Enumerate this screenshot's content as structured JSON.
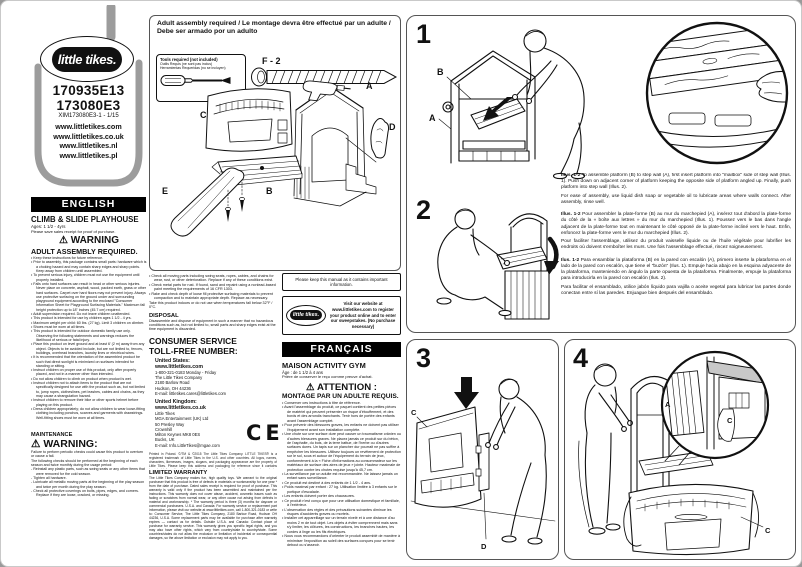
{
  "icons": {
    "warning": "⚠"
  },
  "brand": {
    "logo_text": "little tikes."
  },
  "left": {
    "models": [
      "170935E13",
      "173080E3"
    ],
    "doc_code": "XIM173080E3-1 - 1/15",
    "websites": [
      "www.littletikes.com",
      "www.littletikes.co.uk",
      "www.littletikes.nl",
      "www.littletikes.pl"
    ],
    "lang_header": "ENGLISH",
    "product_title": "CLIMB & SLIDE PLAYHOUSE",
    "ages": "Ages: 1 1/2 - 4yrs",
    "receipt_note": "Please save sales receipt for proof of purchase.",
    "warning_word": "WARNING",
    "adult_assembly": "ADULT ASSEMBLY REQUIRED.",
    "safety_bullets": [
      "Keep these instructions for future reference.",
      "Prior to assembly, this package contains small parts: hardware which is a choking hazard and may contain sharp edges and sharp points. Keep away from children until assembled.",
      "To prevent serious injury, children must not use the equipment until properly installed.",
      "Falls onto hard surfaces can result in head or other serious injuries. Never place on concrete, asphalt, wood, packed earth, grass or other hard surfaces. Carpet over hard floors may not prevent injury. Always use protective surfacing on the ground under and surrounding playground equipment according to the enclosed \"Consumer Information Sheet for Playground Surfacing Materials.\" Maximum fall height protection up to 18\" inches (45.7 cm) required.",
      "Adult supervision required. Do not leave children unattended.",
      "This product is intended for use by children ages 1 1/2 - 4 yrs.",
      "Maximum weight per child: 60 lbs. (27 kg). Limit 3 children on climber.",
      "Shoes must be worn at all times.",
      "This product is intended for outdoor domestic family use only. Observing the following statements and warnings reduces the likelihood of serious or fatal injury.",
      "Place this product on level ground and at least 6' (2 m) away from any object. Objects to be avoided include, but are not limited to, fences, buildings, overhead branches, laundry lines or electrical wires.",
      "It is recommended that the orientation of the assembled product be such that direct sunlight is minimized on surfaces intended for standing or sitting.",
      "Instruct children on proper use of this product, only after properly placed, and not in a manner other than intended.",
      "Do not allow children to climb on product when product is wet.",
      "Instruct children not to attach items to the product that are not specifically designed for use with the product such as, but not limited to, jump ropes, clotheslines, pet leashes, cables and chains, as they may cause a strangulation hazard.",
      "Instruct children to remove their bike or other sports helmet before playing on this product.",
      "Dress children appropriately; do not allow children to wear loose-fitting clothing including ponchos, scarves and garments with drawstrings. Well-fitting shoes must be worn at all times."
    ],
    "maintenance_title": "MAINTENANCE",
    "maintenance_warning_word": "WARNING:",
    "maintenance_lines": [
      "Failure to perform periodic checks could cause this product to overturn or cause a fall.",
      "The following checks should be performed at the beginning of each season and twice monthly during the usage period:"
    ],
    "maintenance_bullets": [
      "Reinstall any plastic parts, such as swing seats or any other items that were removed for the cold season.",
      "Tighten all hardware.",
      "Lubricate all metallic moving parts at the beginning of the play season and twice per month during the play season.",
      "Check all protective coverings on bolts, pipes, edges, and corners. Replace if they are loose, cracked, or missing."
    ]
  },
  "assembly_box": {
    "header": "Adult assembly required / Le montage devra être effectué par un adulte / Debe ser armado por un adulto",
    "tools_line1": "Tools required (not included)",
    "tools_line2": "Outils Requis (ne sont pas inclus)",
    "tools_line3": "Herramientas Requeridas (no se incluyen)",
    "hardware_label": "F - 2",
    "part_labels": {
      "a": "A",
      "b": "B",
      "c": "C",
      "d": "D",
      "e": "E"
    }
  },
  "care": {
    "bullets": [
      "Check all moving parts including swing seats, ropes, cables, and chains for wear, rust, or other deterioration. Replace if any of these conditions exist.",
      "Check metal parts for rust. If found, sand and repaint using a nonlead-based paint meeting the requirements of 16 CFR 1303.",
      "Rake and check depth of loose fill protective surfacing materials to prevent compaction and to maintain appropriate depth. Replace as necessary."
    ],
    "indoors_note": "Take this product indoors or do not use when temperatures fall below 32°F / 0°C.",
    "disposal_title": "DISPOSAL",
    "disposal_text": "Disassemble and dispose of equipment in such a manner that no hazardous conditions such as, but not limited to, small parts and sharp edges exist at the time equipment is discarded."
  },
  "service": {
    "title1": "CONSUMER SERVICE",
    "title2": "TOLL-FREE NUMBER:",
    "us_label": "United States:",
    "us_site": "www.littletikes.com",
    "us_lines": [
      "1-800-321-0183  Monday - Friday",
      "The Little Tikes Company",
      "2180 Barlow Road",
      "Hudson, OH 44236",
      "E-mail: littletikes.cares@littletikes.com"
    ],
    "uk_label": "United Kingdom:",
    "uk_site": "www.littletikes.co.uk",
    "uk_lines": [
      "Little Tikes",
      "MGA Entertainment (UK) Ltd",
      "50 Presley Way",
      "Crownhill",
      "Milton Keynes MK8 0ES",
      "Bucks, UK",
      "E-mail: Info.LittleTikes@mgae.com"
    ],
    "ce_mark": "CE"
  },
  "legal": {
    "fine_print": "Printed in Poland. ©/TM & ©2015 The Little Tikes Company. LITTLE TIKES® is a registered trademark of Little Tikes in the U.S. and other countries. All logos, names, characters, likenesses, images, slogans, and packaging appearance are the property of Little Tikes. Please keep this address and packaging for reference since it contains important information. Contents, including specifications and colors, may vary from photos depicted on package. Instructions included. Please remove all packaging including tags, ties and locking stitches before giving this product to a child.",
    "warranty_title": "LIMITED WARRANTY",
    "warranty_text": "The Little Tikes Company makes fun, high quality toys. We warrant to the original purchaser that this product is free of defects in materials or workmanship for one year * from the date of purchase. Dated sales receipt is required for proof of purchase. This warranty is valid only if the product has been assembled and maintained per the instructions. This warranty does not cover abuse, accident, cosmetic issues such as fading or scratches from normal wear, or any other cause not arising from defects in material and workmanship. * The warranty period is three (3) months for daycare or commercial purchasers. U.S.A. and Canada: For warranty service or replacement part information, please visit our website at www.littletikes.com, call 1-800-321-0183 or write to: Consumer Service, The Little Tikes Company, 2180 Barlow Road, Hudson OH 44236, U.S.A. Some replacement parts may be available for purchase after warranty expires — contact us for details. Outside U.S.A. and Canada: Contact place of purchase for warranty service. This warranty gives you specific legal rights, and you may also have other rights, which vary from country/state to country/state. Some countries/states do not allow the exclusion or limitation of incidental or consequential damages, so the above limitation or exclusion may not apply to you."
  },
  "notices": {
    "keep_manual": "Please keep this manual as it contains important information.",
    "website_note": "Visit our website at www.littletikes.com to register your product online and to enter our sweepstakes. (No purchase necessary)"
  },
  "francais": {
    "lang_header": "FRANÇAIS",
    "product_title": "MAISON ACTIVITY GYM",
    "ages": "Âge : de 1 1/2 à 4 ans",
    "receipt_note": "Prière de conserver le reçu comme preuve d'achat.",
    "attention_word": "ATTENTION :",
    "adult_assembly": "MONTAGE PAR UN ADULTE REQUIS.",
    "bullets": [
      "Conserver ces instructions à titre de référence.",
      "Avant l'assemblage du produit, ce paquet contient des petites pièces de matériel qui peuvent présenter un risque d'étouffement, et des bords et des arrondis tranchants. Tenir hors de portée des enfants avant l'assemblage complet.",
      "Pour prévenir des blessures graves, les enfants ne doivent pas utiliser l'équipement avant son installation complète.",
      "Une chute sur une surface dure peut causer un traumatisme crânien ou d'autres blessures graves. Ne placez jamais ce produit sur du béton, de l'asphalte, du bois, de la terre battue, de l'herbe ou d'autres surfaces dures. Un tapis sur un plancher dur pourrait ne pas suffire à empêcher les blessures. Utilisez toujours un revêtement de protection sur le sol, sous et autour de l'équipement du terrain de jeux, conformément à la « Fiche d'informations au consommateur sur les matériaux de surface des aires de jeux » jointe. Hauteur maximale de protection contre les chutes requise jusqu'à 45,7 cm.",
      "La surveillance par un adulte est recommandée. Ne laissez jamais un enfant sans surveillance.",
      "Ce produit est destiné à des enfants de 1 1/2 - 4 ans.",
      "Poids maximal par enfant : 27 kg. Utilisation limitée à 3 enfants sur le portique d'escalade.",
      "Les enfants doivent porter des chaussures.",
      "Ce produit n'est conçu que pour une utilisation domestique et familiale, à l'extérieur.",
      "L'observation des règles et des précautions suivantes diminue les risques d'accidents graves ou mortels.",
      "Installer cet appareillage sur un terrain nivelé et à une distance d'au moins 2 m de tout objet. Les objets à éviter comprennent mais sans s'y limiter, les clôtures, les constructions, les branches hautes, les cordes à linge ou les fils électriques.",
      "Nous vous recommandons d'orienter le produit assemblé de manière à minimiser l'exposition au soleil des surfaces conçues pour se tenir debout ou s'asseoir."
    ]
  },
  "steps": {
    "numbers": [
      "1",
      "2",
      "3",
      "4"
    ],
    "en": {
      "lead": "Illus. 1-2",
      "p1": "To assemble platform (B) to step wall (A), first insert platform into \"mailbox\" side of step wall (Illus. 1). Push down on adjacent corner of platform keeping the opposite side of platform angled up. Finally, push platform into step wall (Illus. 2).",
      "p2": "For ease of assembly, use liquid dish soap or vegetable oil to lubricate areas where walls connect. After assembly, rinse well."
    },
    "fr": {
      "lead": "Illus. 1-2",
      "p1": "Pour assembler la plate-forme (B) au mur du marchepied (A), insérez tout d'abord la plate-forme du côté de la « boîte aux lettres » du mur du marchepied (Illus. 1). Poussez vers le bas dans l'angle adjacent de la plate-forme tout en maintenant le côté opposé de la plate-forme incliné vers le haut. Enfin, enfoncez la plate-forme vers le mur du marchepied (Illus. 2).",
      "p2": "Pour faciliter l'assemblage, utilisez du produit vaisselle liquide ou de l'huile végétale pour lubrifier les endroits où doivent s'emboîter les murs. Une fois l'assemblage effectué, rincez soigneusement."
    },
    "es": {
      "lead": "Ilus. 1-2",
      "p1": "Para ensamblar la plataforma (B) en la pared con escalón (A), primero inserte la plataforma en el lado de la pared con escalón, que tiene el \"buzón\" (Ilus. 1). Empuje hacia abajo en la esquina adyacente de la plataforma, manteniendo en ángulo la parte opuesta de la plataforma. Finalmente, empuje la plataforma para introducirla en la pared con escalón (Ilus. 2).",
      "p2": "Para facilitar el ensamblado, utilice jabón líquido para vajilla o aceite vegetal para lubricar las partes donde conectan entre sí las paredes. Enjuague bien después del ensamblado."
    }
  }
}
